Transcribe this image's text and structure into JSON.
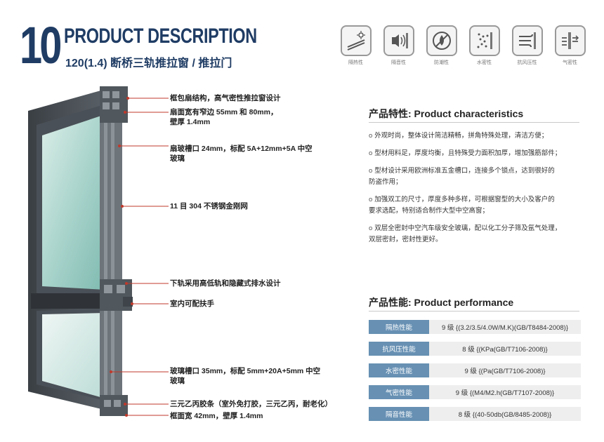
{
  "header": {
    "number": "10",
    "title": "PRODUCT DESCRIPTION",
    "subtitle": "120(1.4) 断桥三轨推拉窗 / 推拉门"
  },
  "icons": [
    {
      "icon": "sun-exposure-icon",
      "label": "隔热性"
    },
    {
      "icon": "sound-wave-icon",
      "label": "隔音性"
    },
    {
      "icon": "water-drop-icon",
      "label": "防潮性"
    },
    {
      "icon": "rain-dots-icon",
      "label": "水密性"
    },
    {
      "icon": "wind-flow-icon",
      "label": "抗风压性"
    },
    {
      "icon": "airtight-icon",
      "label": "气密性"
    }
  ],
  "callouts": [
    {
      "text": "框包扇结构，高气密性推拉窗设计"
    },
    {
      "text": "扇面宽有窄边 55mm 和 80mm，",
      "text2": "壁厚 1.4mm"
    },
    {
      "text": "扇玻槽口 24mm，标配 5A+12mm+5A 中空",
      "text2": "玻璃"
    },
    {
      "text": "11 目 304 不锈钢金刚网"
    },
    {
      "text": "下轨采用高低轨和隐藏式排水设计"
    },
    {
      "text": "室内可配扶手"
    },
    {
      "text": "玻璃槽口 35mm，标配 5mm+20A+5mm 中空",
      "text2": "玻璃"
    },
    {
      "text": "三元乙丙胶条（室外免打胶，三元乙丙，耐老化）"
    },
    {
      "text": "框面宽 42mm，壁厚 1.4mm"
    }
  ],
  "characteristics": {
    "heading": "产品特性: Product characteristics",
    "items": [
      {
        "bullet": "o",
        "line1": "外观时尚，整体设计简洁精畅，拼角特殊处理，清洁方便；"
      },
      {
        "bullet": "o",
        "line1": "型材用料足，厚度均衡，且特殊受力面积加厚，增加强筋部件；"
      },
      {
        "bullet": "o",
        "line1": "型材设计采用欧洲标准五金槽口，连接多个锁点，达到很好的",
        "line2": "防盗作用；"
      },
      {
        "bullet": "o",
        "line1": "加强双工的尺寸，厚度多种多样，可根据窗型的大小及客户的",
        "line2": "要求选配，特别适合制作大型中空高窗；"
      },
      {
        "bullet": "o",
        "line1": "双层全密封中空汽车级安全玻璃，配以化工分子筛及氩气处理，",
        "line2": "双层密封，密封性更好。"
      }
    ]
  },
  "performance": {
    "heading": "产品性能: Product performance",
    "rows": [
      {
        "label": "隔热性能",
        "value": "9 级 {(3.2/3.5/4.0W/M.K)(GB/T8484-2008)}"
      },
      {
        "label": "抗风压性能",
        "value": "8 级 {(KPa(GB/T7106-2008)}"
      },
      {
        "label": "水密性能",
        "value": "9 级 {(Pa(GB/T7106-2008)}"
      },
      {
        "label": "气密性能",
        "value": "9 级 {(M4/M2.h(GB/T7107-2008)}"
      },
      {
        "label": "隔音性能",
        "value": "8 级 {(40-50db(GB/8485-2008)}"
      }
    ]
  },
  "colors": {
    "brand": "#1f3c64",
    "table_label": "#6790b3",
    "callout_line": "#c0392b"
  }
}
